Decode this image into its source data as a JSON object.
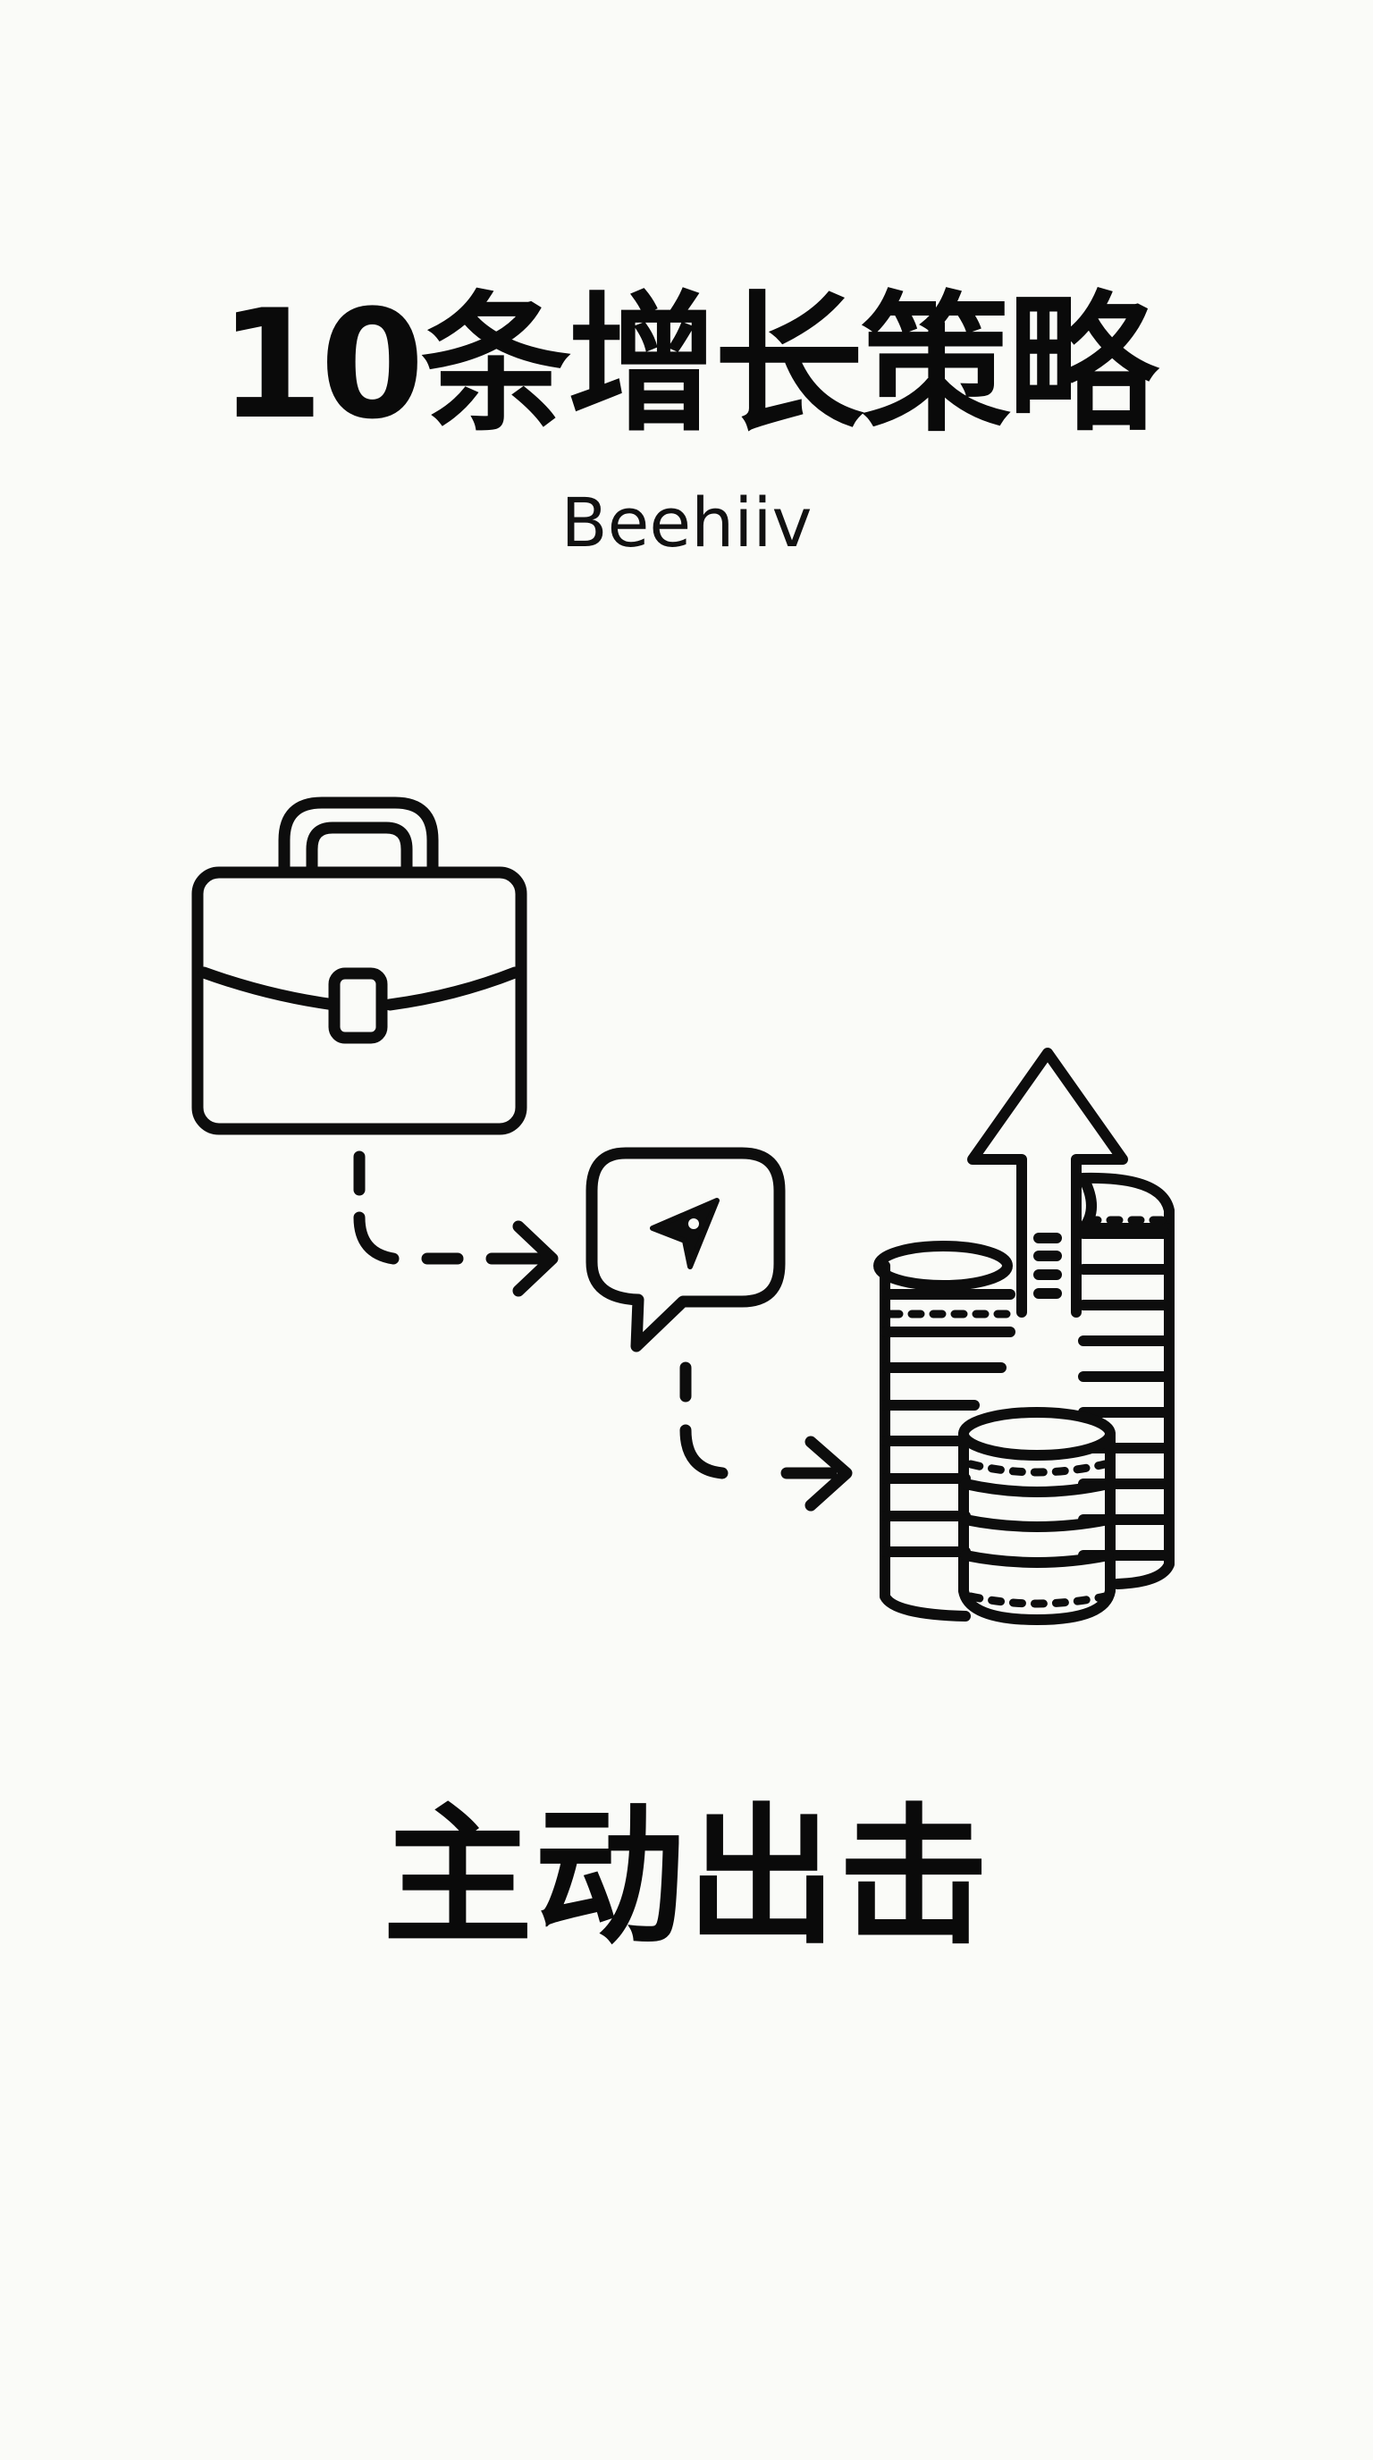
{
  "poster": {
    "title": "10条增长策略",
    "subtitle": "Beehiiv",
    "caption": "主动出击",
    "background_color": "#fafbf8",
    "ink_color": "#0d0d0d"
  },
  "illustration": {
    "icons": [
      {
        "name": "briefcase-icon",
        "meaning": "business"
      },
      {
        "name": "chat-bubble-send-icon",
        "meaning": "outreach message"
      },
      {
        "name": "coin-stack-growth-icon",
        "meaning": "revenue growth"
      }
    ],
    "connectors": [
      {
        "from": "briefcase-icon",
        "to": "chat-bubble-send-icon",
        "style": "dashed-arrow"
      },
      {
        "from": "chat-bubble-send-icon",
        "to": "coin-stack-growth-icon",
        "style": "dashed-arrow"
      }
    ]
  }
}
